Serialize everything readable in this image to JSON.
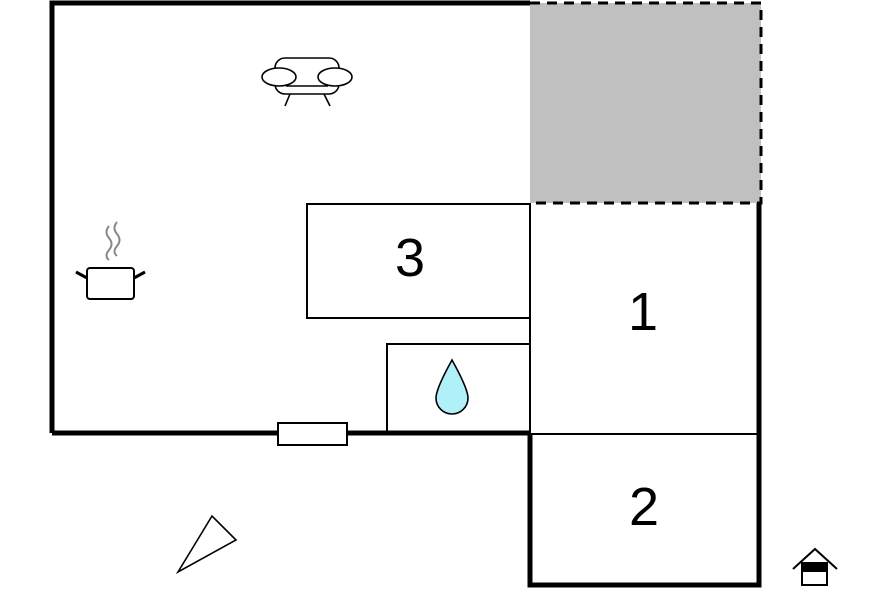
{
  "rooms": [
    {
      "id": "bedroom-1",
      "label": "1"
    },
    {
      "id": "bedroom-2",
      "label": "2"
    },
    {
      "id": "bedroom-3",
      "label": "3"
    }
  ],
  "icons": {
    "sofa": "sofa-icon",
    "kitchen": "cooking-pot-icon",
    "bathroom": "water-drop-icon",
    "compass": "north-arrow-icon",
    "entrance": "house-entrance-icon"
  },
  "colors": {
    "walls": "#000000",
    "terrace": "#c0c0c0",
    "water": "#b0f0f8",
    "steam": "#888888"
  }
}
